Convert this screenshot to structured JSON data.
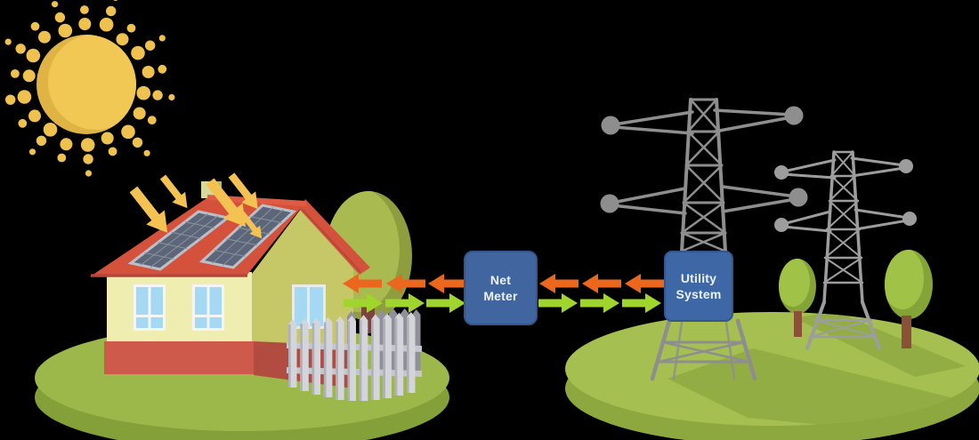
{
  "diagram": {
    "type": "solar-net-metering-illustration",
    "nodes": {
      "net_meter": {
        "label": "Net Meter",
        "fill": "#41659E",
        "border": "#34568C",
        "text_color": "#EDF2F9"
      },
      "utility_system": {
        "label": "Utility System",
        "fill": "#3D68A5",
        "border": "#34568C",
        "text_color": "#EDF2F9"
      }
    },
    "flows": {
      "grid_to_home": {
        "color": "#EB671E",
        "direction": "left",
        "style": "dashed-arrow-chain"
      },
      "home_to_grid": {
        "color": "#9FD52C",
        "direction": "right",
        "style": "dashed-arrow-chain"
      },
      "sunlight": {
        "color": "#F3C253",
        "direction": "down-right"
      }
    },
    "palette": {
      "background": "#000000",
      "sun_body": "#F1C853",
      "sun_shade": "#DFB445",
      "roof_red": "#D4513B",
      "wall_front": "#EFEDB0",
      "wall_side": "#C6C767",
      "base_red": "#CD5A4B",
      "window_blue": "#A5D8F3",
      "solar_panel": "#5C6678",
      "ground_top_left": "#9CB84B",
      "ground_side_left": "#83A039",
      "ground_top_right": "#A5BF50",
      "ground_side_right": "#8CA83E",
      "tower_gray": "#8E8E8E",
      "tree_green_light": "#A9BA50",
      "tree_green_dark": "#8E9E3F",
      "fence_white": "#D4D5DA",
      "trunk_brown": "#8A5138"
    }
  }
}
